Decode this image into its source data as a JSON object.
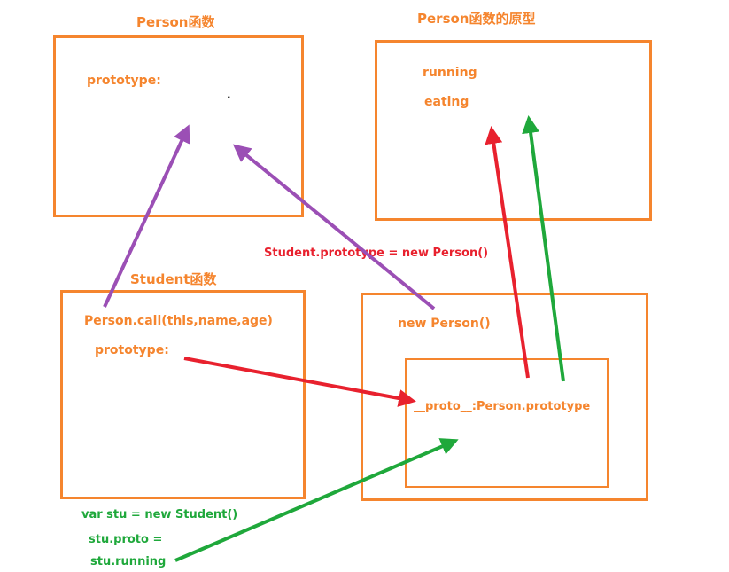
{
  "titles": {
    "person_func": "Person函数",
    "person_proto": "Person函数的原型",
    "student_func": "Student函数"
  },
  "person_box": {
    "prototype_label": "prototype:",
    "dot": "·"
  },
  "proto_box": {
    "running": "running",
    "eating": "eating"
  },
  "student_box": {
    "call_line": "Person.call(this,name,age)",
    "prototype_label": "prototype:"
  },
  "assign_text": "Student.prototype = new Person()",
  "new_person_box": {
    "title": "new Person()",
    "proto_line": "__proto__:Person.prototype"
  },
  "code_lines": {
    "line1": "var stu = new Student()",
    "line2": "stu.proto =",
    "line3": "stu.running"
  },
  "colors": {
    "box_border": "#f5852e",
    "text_orange": "#f5852e",
    "arrow_purple": "#9b4fb5",
    "arrow_red": "#e8212e",
    "arrow_green": "#1fa83b"
  }
}
